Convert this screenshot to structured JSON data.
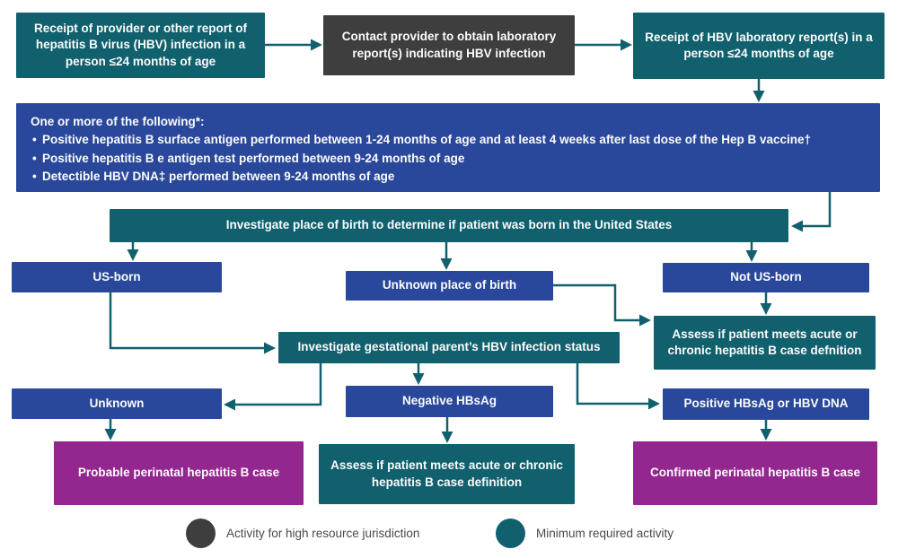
{
  "flowchart": {
    "nodes": {
      "receipt_provider": "Receipt of provider or other report of hepatitis B virus (HBV) infection in a person ≤24 months of age",
      "contact_provider": "Contact provider to obtain laboratory report(s) indicating HBV infection",
      "receipt_lab": "Receipt of HBV laboratory report(s) in a person ≤24 months of age",
      "criteria_heading": "One or more of the following*:",
      "criteria_bullets": [
        "Positive hepatitis B surface antigen performed between 1-24 months of age and at least 4 weeks after last dose of the Hep B vaccine†",
        "Positive hepatitis B e antigen test performed between 9-24 months of age",
        "Detectible HBV DNA‡ performed between 9-24 months of age"
      ],
      "investigate_birth": "Investigate place of birth to determine if patient was born in the United States",
      "us_born": "US-born",
      "unknown_place_of_birth": "Unknown place of birth",
      "not_us_born": "Not US-born",
      "assess_case_right": "Assess if patient meets acute or chronic hepatitis B case defnition",
      "investigate_parent": "Investigate gestational parent’s HBV infection status",
      "unknown": "Unknown",
      "negative_hbsag": "Negative HBsAg",
      "positive_hbsag": "Positive HBsAg or HBV DNA",
      "probable_case": "Probable perinatal hepatitis B case",
      "assess_case_bottom": "Assess if patient meets acute or chronic hepatitis B case definition",
      "confirmed_case": "Confirmed perinatal hepatitis B case"
    },
    "legend": {
      "high_resource": "Activity for high resource jurisdiction",
      "minimum_required": "Minimum required activity"
    },
    "colors": {
      "teal_minimum_required": "#11606E",
      "blue_status": "#2A489B",
      "purple_outcome": "#93278F",
      "gray_high_resource": "#3E3E3E",
      "arrow": "#11606E"
    }
  }
}
